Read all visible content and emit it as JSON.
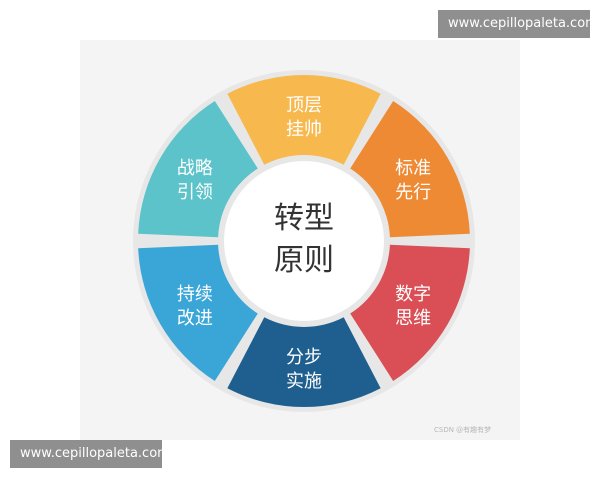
{
  "center": {
    "line1": "转型",
    "line2": "原则"
  },
  "segments": [
    {
      "line1": "顶层",
      "line2": "挂帅",
      "color": "#f7b84d"
    },
    {
      "line1": "标准",
      "line2": "先行",
      "color": "#ef8a34"
    },
    {
      "line1": "数字",
      "line2": "思维",
      "color": "#d94f55"
    },
    {
      "line1": "分步",
      "line2": "实施",
      "color": "#1f5f8f"
    },
    {
      "line1": "持续",
      "line2": "改进",
      "color": "#3aa6d8"
    },
    {
      "line1": "战略",
      "line2": "引领",
      "color": "#5bc3c9"
    }
  ],
  "watermark_top": "www.cepillopaleta.com",
  "watermark_bottom": "www.cepillopaleta.com",
  "credit": "CSDN @有趣有梦"
}
